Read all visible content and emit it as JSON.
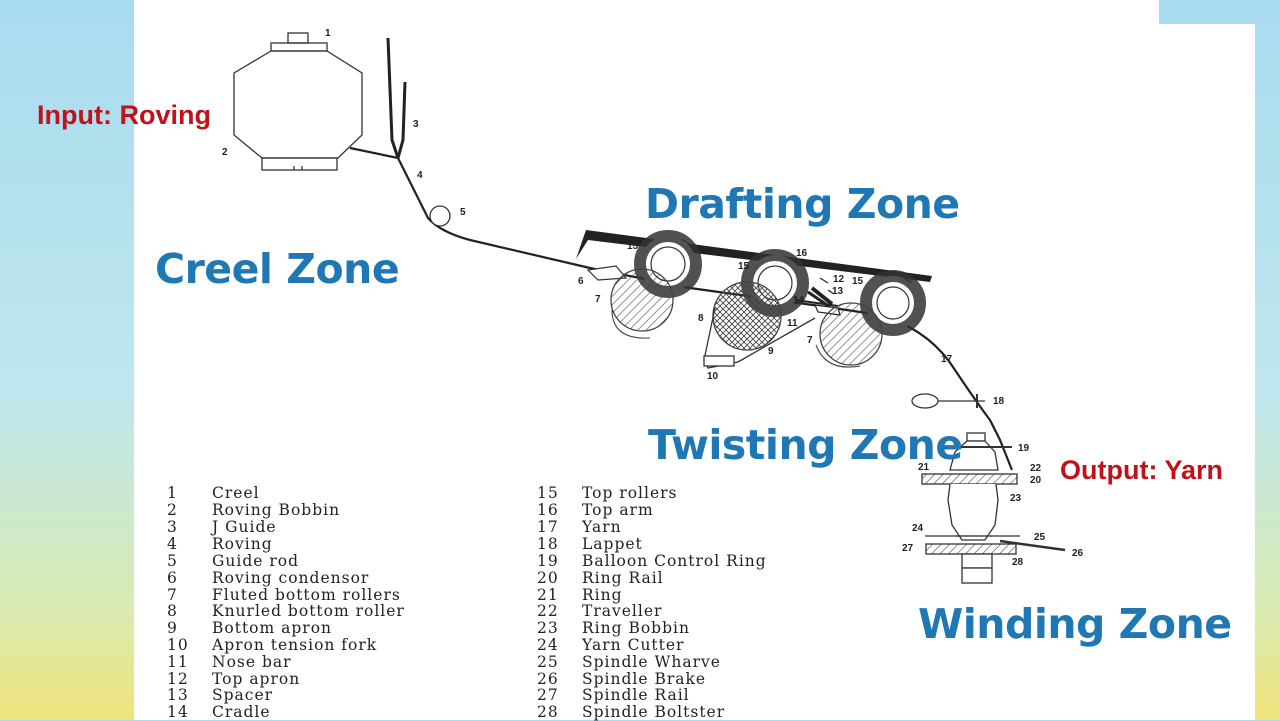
{
  "labels": {
    "input": "Input: Roving",
    "output": "Output: Yarn"
  },
  "zones": {
    "creel": "Creel Zone",
    "drafting": "Drafting Zone",
    "twisting": "Twisting Zone",
    "winding": "Winding Zone"
  },
  "callouts": [
    "1",
    "2",
    "3",
    "4",
    "5",
    "6",
    "7",
    "8",
    "9",
    "10",
    "11",
    "12",
    "13",
    "14",
    "15",
    "16",
    "17",
    "18",
    "19",
    "20",
    "21",
    "22",
    "23",
    "24",
    "25",
    "26",
    "27",
    "28"
  ],
  "legend_left": [
    {
      "num": "1",
      "name": "Creel"
    },
    {
      "num": "2",
      "name": "Roving Bobbin"
    },
    {
      "num": "3",
      "name": "J Guide"
    },
    {
      "num": "4",
      "name": "Roving"
    },
    {
      "num": "5",
      "name": "Guide rod"
    },
    {
      "num": "6",
      "name": "Roving condensor"
    },
    {
      "num": "7",
      "name": "Fluted bottom rollers"
    },
    {
      "num": "8",
      "name": "Knurled bottom roller"
    },
    {
      "num": "9",
      "name": "Bottom apron"
    },
    {
      "num": "10",
      "name": "Apron tension fork"
    },
    {
      "num": "11",
      "name": "Nose bar"
    },
    {
      "num": "12",
      "name": "Top apron"
    },
    {
      "num": "13",
      "name": "Spacer"
    },
    {
      "num": "14",
      "name": "Cradle"
    }
  ],
  "legend_right": [
    {
      "num": "15",
      "name": "Top rollers"
    },
    {
      "num": "16",
      "name": "Top arm"
    },
    {
      "num": "17",
      "name": "Yarn"
    },
    {
      "num": "18",
      "name": "Lappet"
    },
    {
      "num": "19",
      "name": "Balloon Control Ring"
    },
    {
      "num": "20",
      "name": "Ring Rail"
    },
    {
      "num": "21",
      "name": "Ring"
    },
    {
      "num": "22",
      "name": "Traveller"
    },
    {
      "num": "23",
      "name": "Ring Bobbin"
    },
    {
      "num": "24",
      "name": "Yarn Cutter"
    },
    {
      "num": "25",
      "name": "Spindle Wharve"
    },
    {
      "num": "26",
      "name": "Spindle Brake"
    },
    {
      "num": "27",
      "name": "Spindle Rail"
    },
    {
      "num": "28",
      "name": "Spindle Boltster"
    }
  ],
  "colors": {
    "zone_text": "#1f78b4",
    "label_red": "#c0121b",
    "line": "#222222"
  }
}
